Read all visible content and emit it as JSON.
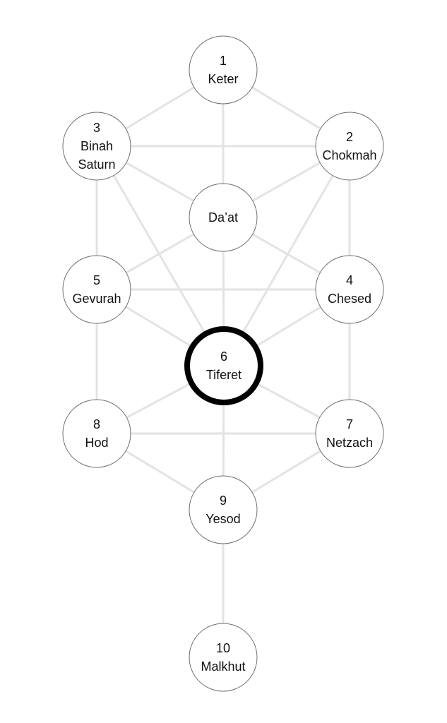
{
  "diagram": {
    "title": "Tree of Life",
    "highlighted": "tiferet",
    "nodes": [
      {
        "id": "keter",
        "lines": [
          "1",
          "Keter"
        ]
      },
      {
        "id": "chokmah",
        "lines": [
          "2",
          "Chokmah"
        ]
      },
      {
        "id": "binah",
        "lines": [
          "3",
          "Binah",
          "Saturn"
        ]
      },
      {
        "id": "daat",
        "lines": [
          "Da’at"
        ]
      },
      {
        "id": "chesed",
        "lines": [
          "4",
          "Chesed"
        ]
      },
      {
        "id": "gevurah",
        "lines": [
          "5",
          "Gevurah"
        ]
      },
      {
        "id": "tiferet",
        "lines": [
          "6",
          "Tiferet"
        ]
      },
      {
        "id": "netzach",
        "lines": [
          "7",
          "Netzach"
        ]
      },
      {
        "id": "hod",
        "lines": [
          "8",
          "Hod"
        ]
      },
      {
        "id": "yesod",
        "lines": [
          "9",
          "Yesod"
        ]
      },
      {
        "id": "malkhut",
        "lines": [
          "10",
          "Malkhut"
        ]
      }
    ],
    "edges": [
      [
        "keter",
        "binah"
      ],
      [
        "keter",
        "chokmah"
      ],
      [
        "keter",
        "daat"
      ],
      [
        "binah",
        "chokmah"
      ],
      [
        "binah",
        "daat"
      ],
      [
        "chokmah",
        "daat"
      ],
      [
        "binah",
        "gevurah"
      ],
      [
        "chokmah",
        "chesed"
      ],
      [
        "binah",
        "tiferet"
      ],
      [
        "chokmah",
        "tiferet"
      ],
      [
        "daat",
        "gevurah"
      ],
      [
        "daat",
        "chesed"
      ],
      [
        "daat",
        "tiferet"
      ],
      [
        "gevurah",
        "chesed"
      ],
      [
        "gevurah",
        "tiferet"
      ],
      [
        "chesed",
        "tiferet"
      ],
      [
        "gevurah",
        "hod"
      ],
      [
        "chesed",
        "netzach"
      ],
      [
        "tiferet",
        "hod"
      ],
      [
        "tiferet",
        "netzach"
      ],
      [
        "tiferet",
        "yesod"
      ],
      [
        "hod",
        "netzach"
      ],
      [
        "hod",
        "yesod"
      ],
      [
        "netzach",
        "yesod"
      ],
      [
        "yesod",
        "malkhut"
      ]
    ]
  }
}
